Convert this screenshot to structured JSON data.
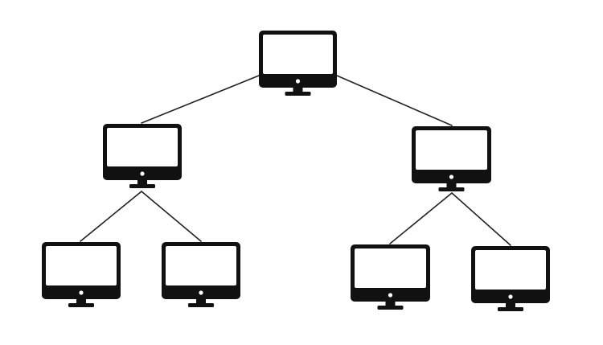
{
  "diagram": {
    "type": "tree",
    "nodes": [
      {
        "id": "root",
        "icon": "desktop-monitor-icon",
        "parent": null
      },
      {
        "id": "left",
        "icon": "desktop-monitor-icon",
        "parent": "root"
      },
      {
        "id": "right",
        "icon": "desktop-monitor-icon",
        "parent": "root"
      },
      {
        "id": "left-left",
        "icon": "desktop-monitor-icon",
        "parent": "left"
      },
      {
        "id": "left-right",
        "icon": "desktop-monitor-icon",
        "parent": "left"
      },
      {
        "id": "right-left",
        "icon": "desktop-monitor-icon",
        "parent": "right"
      },
      {
        "id": "right-right",
        "icon": "desktop-monitor-icon",
        "parent": "right"
      }
    ],
    "colors": {
      "monitor": "#111111",
      "screen": "#ffffff",
      "line": "#222222",
      "background": "#ffffff"
    }
  }
}
